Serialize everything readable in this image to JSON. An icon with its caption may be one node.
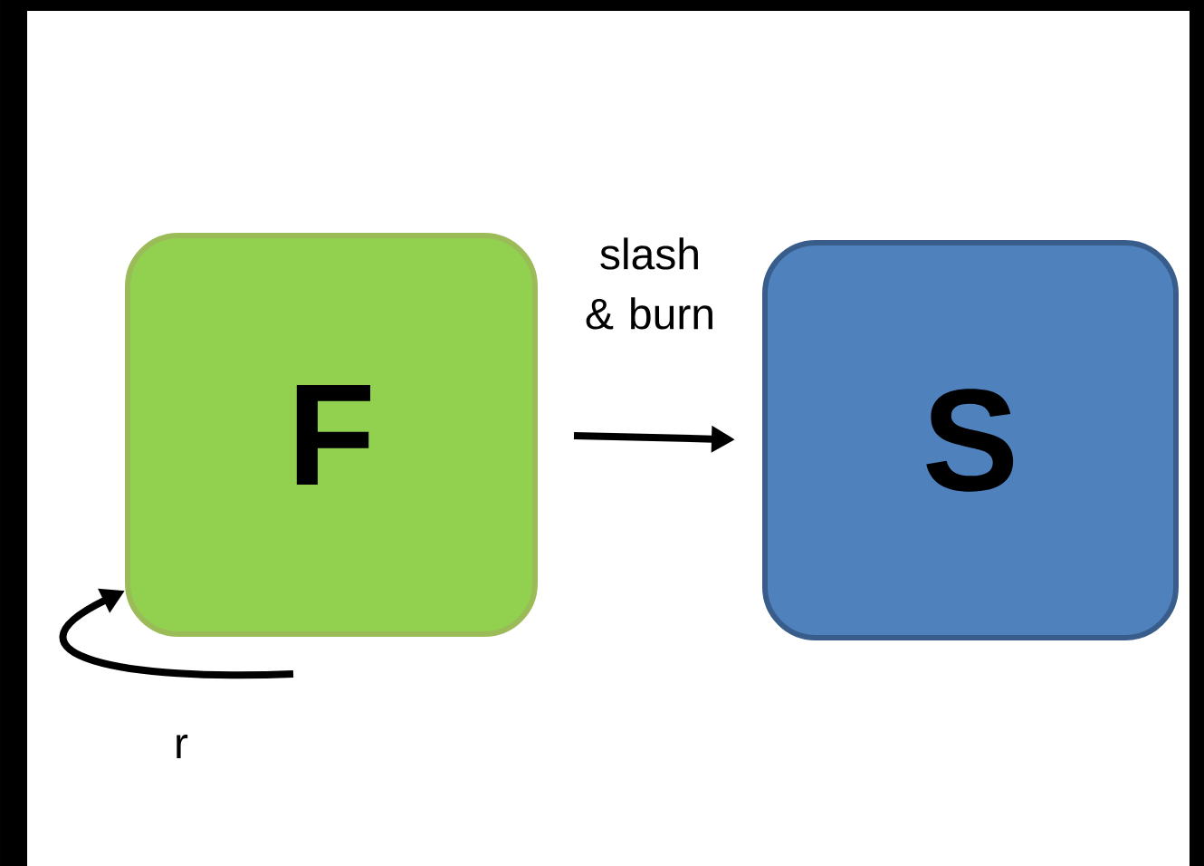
{
  "diagram": {
    "nodes": [
      {
        "text": [
          "F"
        ]
      },
      {
        "text": [
          "S"
        ]
      }
    ],
    "edges": [
      {
        "from": 0,
        "to": 1,
        "arrow": "to",
        "label": "slash & burn"
      },
      {
        "from": null,
        "to": 0,
        "arrow": "to",
        "label": "r"
      }
    ]
  }
}
